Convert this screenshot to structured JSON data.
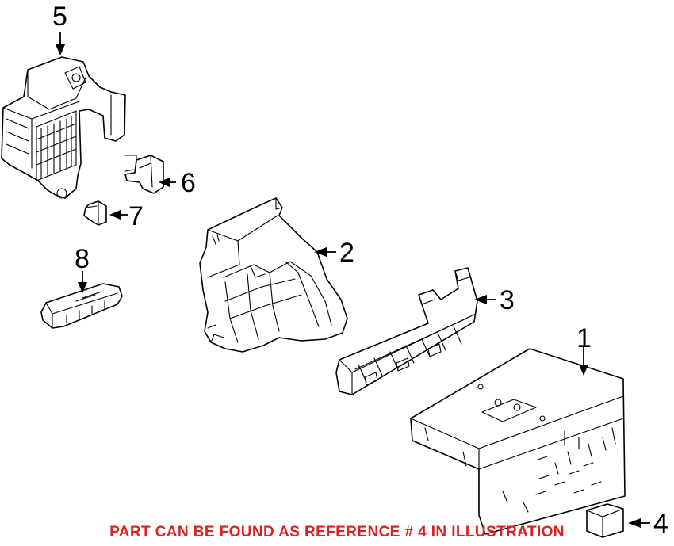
{
  "callouts": [
    {
      "id": "1",
      "label": "1"
    },
    {
      "id": "2",
      "label": "2"
    },
    {
      "id": "3",
      "label": "3"
    },
    {
      "id": "4",
      "label": "4"
    },
    {
      "id": "5",
      "label": "5"
    },
    {
      "id": "6",
      "label": "6"
    },
    {
      "id": "7",
      "label": "7"
    },
    {
      "id": "8",
      "label": "8"
    }
  ],
  "note": {
    "text": "PART CAN BE FOUND AS REFERENCE # 4 IN ILLUSTRATION",
    "color": "#e0201e"
  }
}
